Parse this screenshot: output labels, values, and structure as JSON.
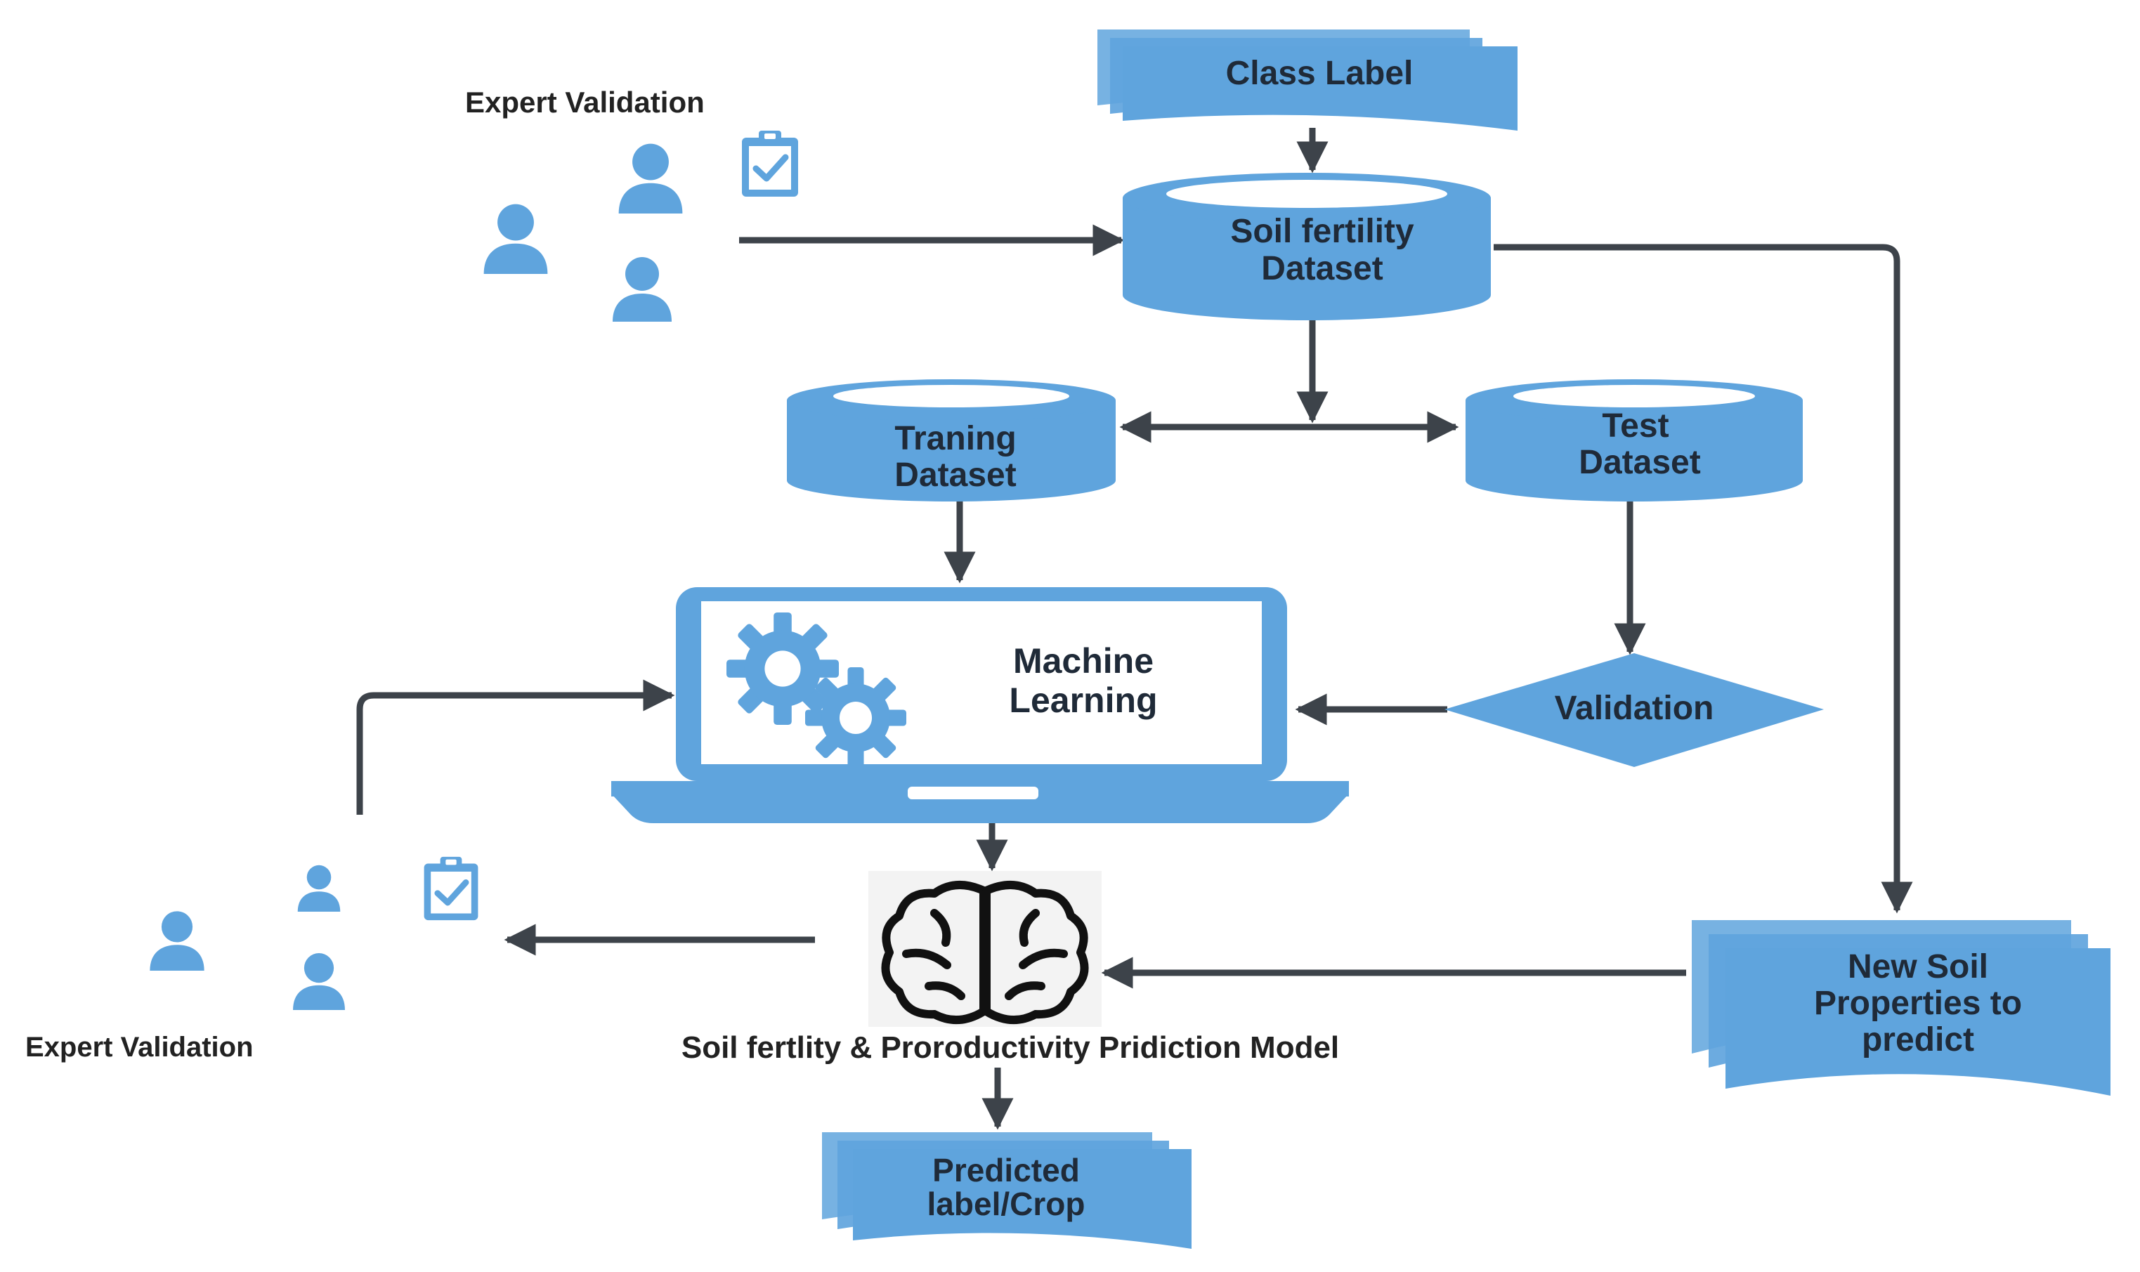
{
  "diagram": {
    "nodes": {
      "class_label": "Class Label",
      "soil_dataset": [
        "Soil fertility",
        "Dataset"
      ],
      "training_dataset": [
        "Traning",
        "Dataset"
      ],
      "test_dataset": [
        "Test",
        "Dataset"
      ],
      "machine_learning": [
        "Machine",
        "Learning"
      ],
      "validation": "Validation",
      "new_soil": [
        "New Soil",
        "Properties to",
        "predict"
      ],
      "predicted": [
        "Predicted",
        "label/Crop"
      ]
    },
    "captions": {
      "expert_validation_top": "Expert Validation",
      "expert_validation_bottom": "Expert Validation",
      "model": "Soil fertlity & Proroductivity Pridiction Model"
    },
    "icons": [
      "user-icon",
      "clipboard-check-icon",
      "gears-icon",
      "laptop-icon",
      "brain-icon",
      "database-icon",
      "document-stack-icon"
    ],
    "colors": {
      "shape": "#5fa4dd",
      "arrow": "#3d434a",
      "text": "#1f2a38"
    }
  }
}
